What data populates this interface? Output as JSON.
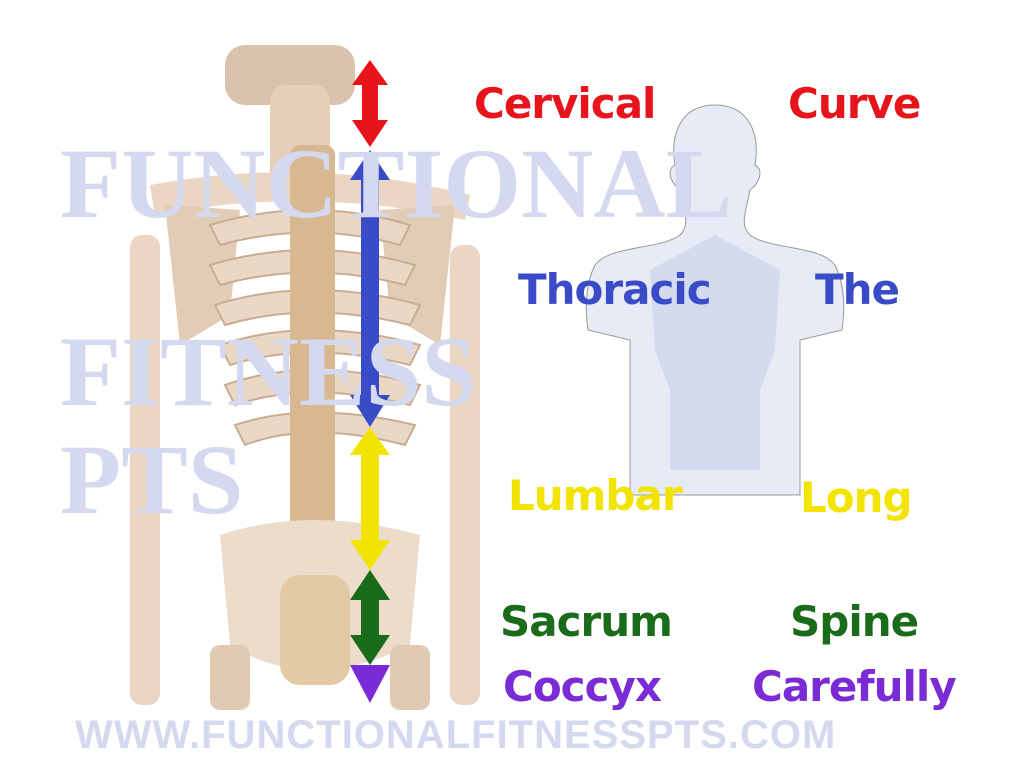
{
  "watermark": {
    "line1": "FUNCTIONAL",
    "line2": "FITNESS",
    "line3": "PTS",
    "url": "WWW.FUNCTIONALFITNESSPTS.COM"
  },
  "colors": {
    "cervical": "#e8141c",
    "thoracic": "#3a4bc8",
    "lumbar": "#f2e400",
    "sacrum": "#1a6b1a",
    "coccyx": "#7a2bd6",
    "silhouette": "#e6ebf6"
  },
  "labels": {
    "left": [
      "Cervical",
      "Thoracic",
      "Lumbar",
      "Sacrum",
      "Coccyx"
    ],
    "right": [
      "Curve",
      "The",
      "Long",
      "Spine",
      "Carefully"
    ]
  }
}
